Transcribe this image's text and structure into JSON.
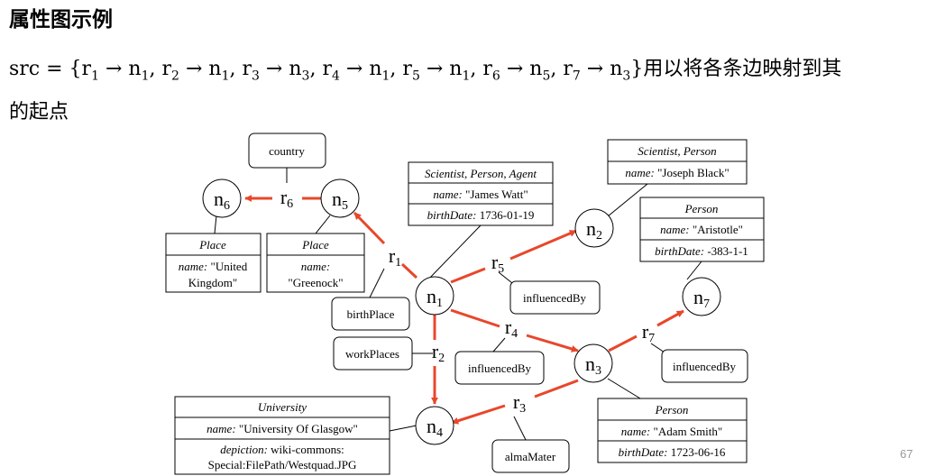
{
  "title": "属性图示例",
  "formula": {
    "prefix": "src = {",
    "mappings": [
      {
        "r": "r",
        "rsub": "1",
        "n": "n",
        "nsub": "1"
      },
      {
        "r": "r",
        "rsub": "2",
        "n": "n",
        "nsub": "1"
      },
      {
        "r": "r",
        "rsub": "3",
        "n": "n",
        "nsub": "3"
      },
      {
        "r": "r",
        "rsub": "4",
        "n": "n",
        "nsub": "1"
      },
      {
        "r": "r",
        "rsub": "5",
        "n": "n",
        "nsub": "1"
      },
      {
        "r": "r",
        "rsub": "6",
        "n": "n",
        "nsub": "5"
      },
      {
        "r": "r",
        "rsub": "7",
        "n": "n",
        "nsub": "3"
      }
    ],
    "arrow": "→",
    "suffix": "}",
    "text_line1": "用以将各条边映射到其",
    "text_line2": "的起点"
  },
  "page_number": "67",
  "colors": {
    "edge": "#e8472b",
    "line": "#000000"
  },
  "nodes": {
    "n1": {
      "label": "n",
      "sub": "1"
    },
    "n2": {
      "label": "n",
      "sub": "2"
    },
    "n3": {
      "label": "n",
      "sub": "3"
    },
    "n4": {
      "label": "n",
      "sub": "4"
    },
    "n5": {
      "label": "n",
      "sub": "5"
    },
    "n6": {
      "label": "n",
      "sub": "6"
    },
    "n7": {
      "label": "n",
      "sub": "7"
    }
  },
  "edges": {
    "r1": {
      "label": "r",
      "sub": "1"
    },
    "r2": {
      "label": "r",
      "sub": "2"
    },
    "r3": {
      "label": "r",
      "sub": "3"
    },
    "r4": {
      "label": "r",
      "sub": "4"
    },
    "r5": {
      "label": "r",
      "sub": "5"
    },
    "r6": {
      "label": "r",
      "sub": "6"
    },
    "r7": {
      "label": "r",
      "sub": "7"
    }
  },
  "edge_types": {
    "country": "country",
    "birthPlace": "birthPlace",
    "workPlaces": "workPlaces",
    "influencedBy_r5": "influencedBy",
    "influencedBy_r4": "influencedBy",
    "influencedBy_r7": "influencedBy",
    "almaMater": "almaMater"
  },
  "property_boxes": {
    "james_watt": {
      "labels": "Scientist, Person, Agent",
      "props": [
        {
          "key": "name:",
          "value": "\"James Watt\""
        },
        {
          "key": "birthDate:",
          "value": "1736-01-19"
        }
      ]
    },
    "joseph_black": {
      "labels": "Scientist, Person",
      "props": [
        {
          "key": "name:",
          "value": "\"Joseph Black\""
        }
      ]
    },
    "aristotle": {
      "labels": "Person",
      "props": [
        {
          "key": "name:",
          "value": "\"Aristotle\""
        },
        {
          "key": "birthDate:",
          "value": "-383-1-1"
        }
      ]
    },
    "adam_smith": {
      "labels": "Person",
      "props": [
        {
          "key": "name:",
          "value": "\"Adam Smith\""
        },
        {
          "key": "birthDate:",
          "value": "1723-06-16"
        }
      ]
    },
    "uk": {
      "labels": "Place",
      "key": "name:",
      "value1": "\"United",
      "value2": "Kingdom\""
    },
    "greenock": {
      "labels": "Place",
      "key": "name:",
      "value": "\"Greenock\""
    },
    "glasgow": {
      "labels": "University",
      "name_key": "name:",
      "name_value": "\"University Of Glasgow\"",
      "dep_key": "depiction:",
      "dep_value1": "wiki-commons:",
      "dep_value2": "Special:FilePath/Westquad.JPG"
    }
  }
}
